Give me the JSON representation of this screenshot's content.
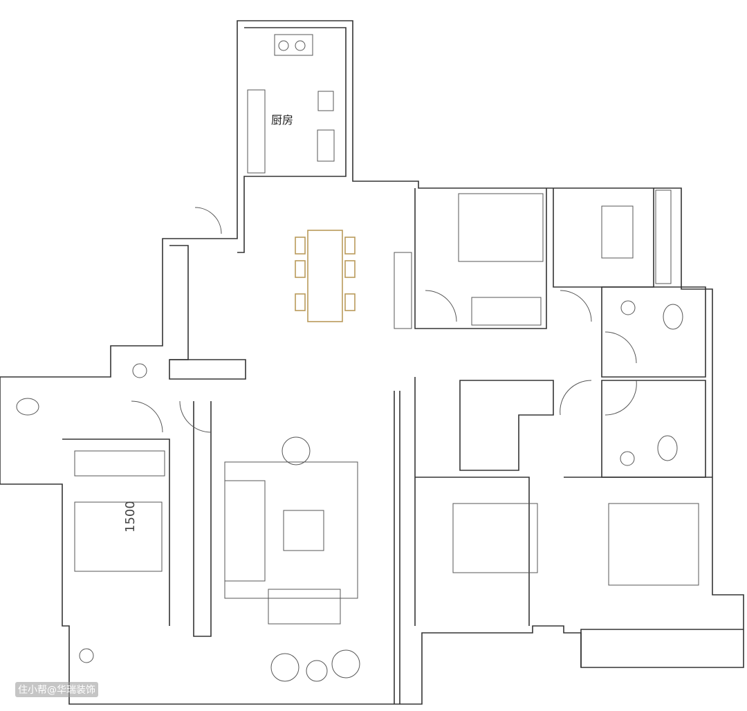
{
  "rooms": {
    "kitchen_label": "厨房"
  },
  "dimensions": {
    "bed_width": "1500"
  },
  "watermark": "住小帮@华瑞装饰",
  "colors": {
    "walls": "#333333",
    "dining_set": "#b99a5a"
  }
}
